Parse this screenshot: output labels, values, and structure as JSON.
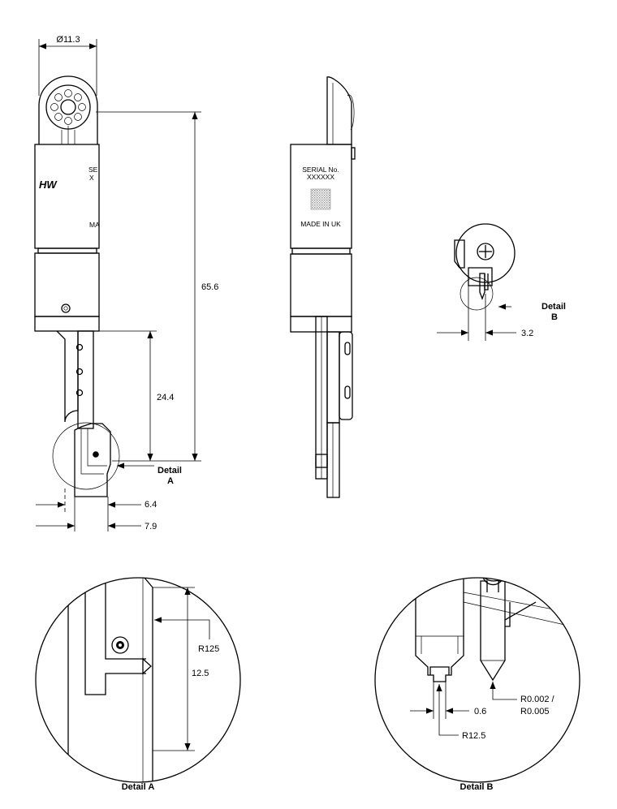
{
  "dimensions": {
    "diameter": "Ø11.3",
    "total_length": "65.6",
    "tip_length": "24.4",
    "offset_inner": "6.4",
    "offset_outer": "7.9",
    "detail_b_offset": "3.2",
    "radius_a": "R125",
    "detail_a_height": "12.5",
    "tip_width": "0.6",
    "radius_b": "R12.5",
    "tip_radius_1": "R0.002 /",
    "tip_radius_2": "R0.005"
  },
  "callouts": {
    "detail": "Detail",
    "a": "A",
    "b": "B"
  },
  "markings": {
    "serial_label": "SERIAL No.",
    "serial_value": "XXXXXX",
    "origin": "MADE IN UK"
  },
  "captions": {
    "detail_a": "Detail A",
    "detail_b": "Detail B"
  }
}
